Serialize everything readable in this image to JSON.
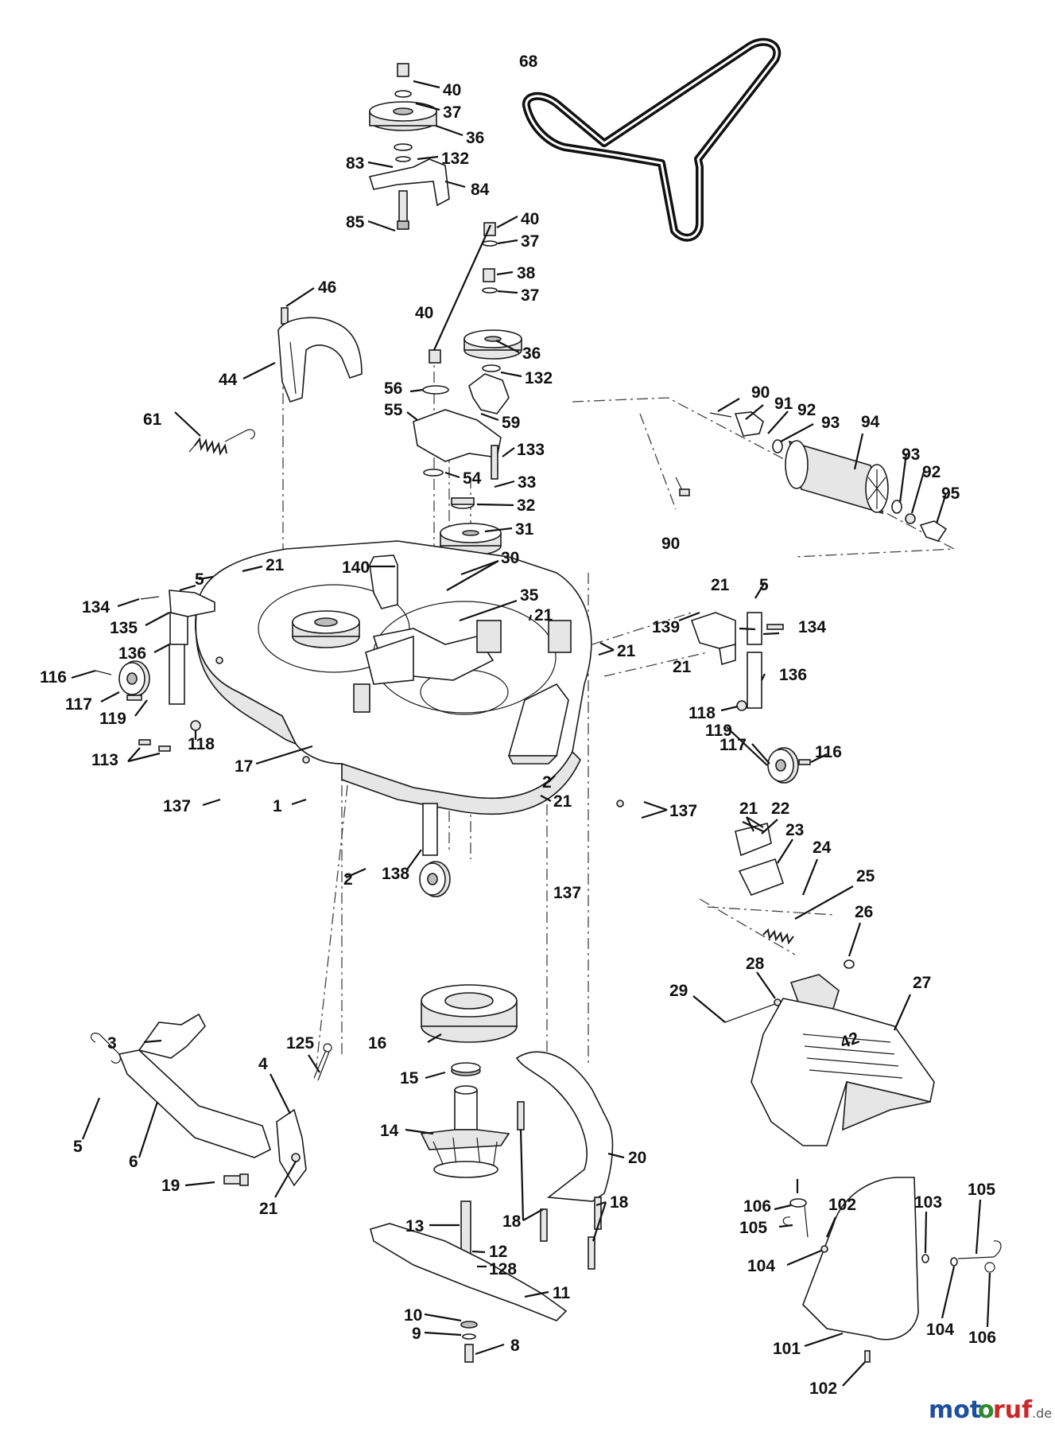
{
  "watermark": {
    "part1": "mot",
    "part2": "o",
    "part3": "ruf",
    "tld": ".de"
  },
  "callouts": [
    "1",
    "2",
    "3",
    "4",
    "5",
    "6",
    "8",
    "9",
    "10",
    "11",
    "12",
    "13",
    "14",
    "15",
    "16",
    "17",
    "18",
    "19",
    "20",
    "21",
    "22",
    "23",
    "24",
    "25",
    "26",
    "27",
    "28",
    "29",
    "30",
    "31",
    "32",
    "33",
    "35",
    "36",
    "37",
    "38",
    "40",
    "44",
    "46",
    "54",
    "55",
    "56",
    "59",
    "61",
    "68",
    "83",
    "84",
    "85",
    "90",
    "91",
    "92",
    "93",
    "94",
    "95",
    "101",
    "102",
    "103",
    "104",
    "105",
    "106",
    "113",
    "116",
    "117",
    "118",
    "119",
    "125",
    "128",
    "132",
    "133",
    "134",
    "135",
    "136",
    "137",
    "138",
    "139",
    "140"
  ],
  "deck_emblem": "42",
  "colors": {
    "line": "#1a1a1a",
    "fill_light": "#e6e6e6",
    "fill_mid": "#bdbdbd"
  }
}
